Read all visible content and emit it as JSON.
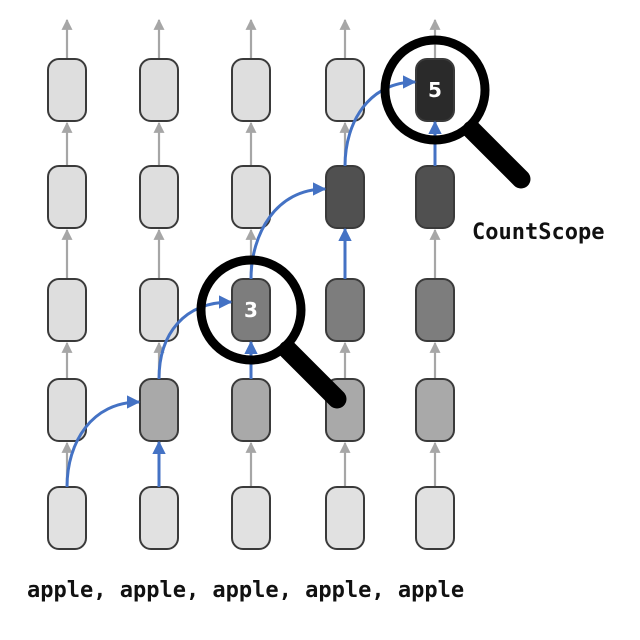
{
  "diagram": {
    "caption": "CountScope",
    "tokens_text": "apple, apple, apple, apple, apple",
    "grid": {
      "columns": 5,
      "rows": 5
    },
    "node_shades": [
      [
        "#e1e1e1",
        "#e1e1e1",
        "#e1e1e1",
        "#e1e1e1",
        "#e1e1e1"
      ],
      [
        "#dedede",
        "#a9a9a9",
        "#a9a9a9",
        "#a9a9a9",
        "#a9a9a9"
      ],
      [
        "#dedede",
        "#dedede",
        "#7d7d7d",
        "#7d7d7d",
        "#7d7d7d"
      ],
      [
        "#dedede",
        "#dedede",
        "#dedede",
        "#505050",
        "#505050"
      ],
      [
        "#dedede",
        "#dedede",
        "#dedede",
        "#dedede",
        "#2a2a2a"
      ]
    ],
    "node_labels": [
      {
        "row": 2,
        "col": 2,
        "text": "3"
      },
      {
        "row": 4,
        "col": 4,
        "text": "5"
      }
    ],
    "count_arrows": [
      {
        "from": [
          0,
          0
        ],
        "to": [
          1,
          1
        ]
      },
      {
        "from": [
          1,
          1
        ],
        "to": [
          2,
          2
        ]
      },
      {
        "from": [
          2,
          2
        ],
        "to": [
          3,
          3
        ]
      },
      {
        "from": [
          3,
          3
        ],
        "to": [
          4,
          4
        ]
      }
    ],
    "vertical_blue_arrows": [
      {
        "col": 1,
        "from_row": 0,
        "to_row": 1
      },
      {
        "col": 2,
        "from_row": 1,
        "to_row": 2
      },
      {
        "col": 3,
        "from_row": 2,
        "to_row": 3
      },
      {
        "col": 4,
        "from_row": 3,
        "to_row": 4
      }
    ],
    "magnifiers": [
      {
        "row": 2,
        "col": 2
      },
      {
        "row": 4,
        "col": 4
      }
    ],
    "colors": {
      "gray_arrow": "#a6a6a6",
      "blue_arrow": "#4472c4",
      "node_border": "#3a3a3a",
      "magnifier": "#000000"
    }
  }
}
